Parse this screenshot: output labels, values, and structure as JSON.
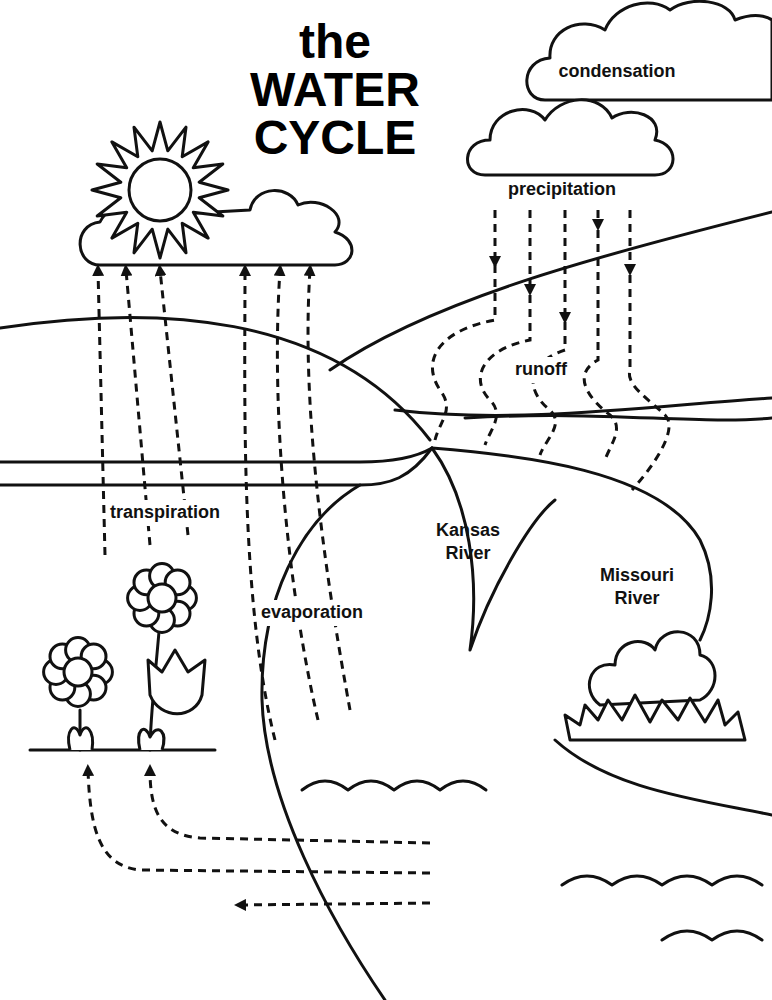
{
  "diagram": {
    "title": "the WATER CYCLE",
    "labels": [
      "condensation",
      "precipitation",
      "runoff",
      "transpiration",
      "evaporation",
      "Kansas River",
      "Missouri River"
    ]
  }
}
